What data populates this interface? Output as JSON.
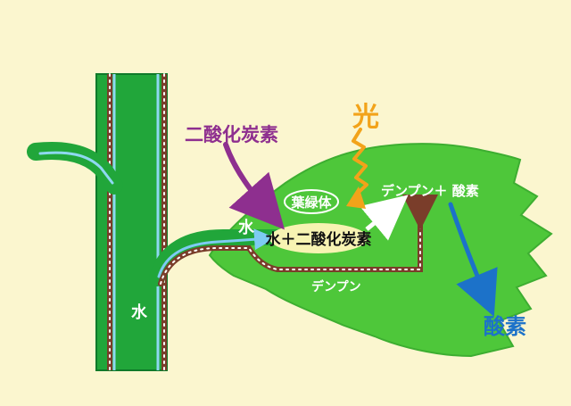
{
  "labels": {
    "light": "光",
    "co2": "二酸化炭素",
    "chloroplast": "葉緑体",
    "water_leaf": "水",
    "reaction_input": "水＋二酸化炭素",
    "reaction_output": "デンプン＋ 酸素",
    "starch": "デンプン",
    "water_stem": "水",
    "oxygen": "酸素"
  },
  "colors": {
    "background": "#fbf6cf",
    "leaf_green": "#4ec73a",
    "stem_green": "#21a63a",
    "stem_outline": "#0f7a2a",
    "phloem_brown": "#7a3d2a",
    "xylem_blue": "#8ed8f0",
    "light_orange": "#f2a31a",
    "co2_purple": "#8e2f8f",
    "oxygen_blue": "#1c72c9",
    "reaction_yellow": "#f7f3b2"
  }
}
